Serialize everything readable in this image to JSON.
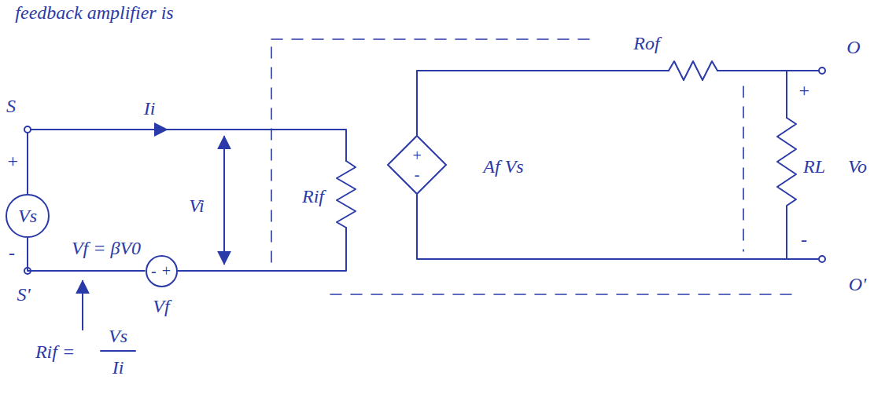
{
  "diagram": {
    "nodes": [
      {
        "text": [
          "Vs"
        ]
      },
      {
        "text": [
          "-",
          "+"
        ]
      },
      {
        "text": [
          "+",
          "-"
        ]
      }
    ],
    "edges": [
      {
        "from": 0,
        "to": 1,
        "arrow": "none"
      }
    ],
    "labels": [
      "feedback amplifier is",
      "S",
      "Ii",
      "+",
      "Vi",
      "Rif",
      "-",
      "S'",
      "Vf = βV0",
      "Vf",
      "Rif =",
      "Vs",
      "Ii",
      "Rof",
      "O",
      "+",
      "Af Vs",
      "RL",
      "Vo",
      "-",
      "O'"
    ]
  }
}
